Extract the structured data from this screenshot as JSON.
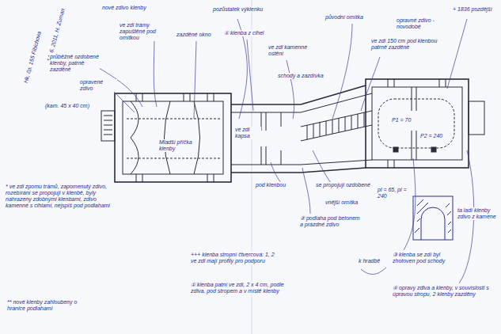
{
  "diagram": {
    "labels": [
      "14. 6. 2011, H. Zuman",
      "Hk, čp. 155 Fibichova",
      "průběžně ozdobené klenby, patrně zazděné",
      "opravené zdivo",
      "(kam. 45 x 40 cm)",
      "nové zdivo klenby",
      "ve zdi trámy zapuštěné pod omítkou",
      "zazděné okno",
      "① klenba z cihel",
      "pozůstatek výklenku",
      "ve zdi kamenné ostění",
      "schody a zazdívka",
      "původní omítka",
      "ve zdi 150 cm pod klenbou patrně zazděné",
      "opravné zdivo - novodobé",
      "+ 1836 pozdější",
      "P1 = 70",
      "P2 = 240",
      "Mladší příčka klenby",
      "ve zdi kapsa",
      "se propojují ozdobené",
      "vnější omítka",
      "pl = 65, pl = 240",
      "② podlaha pod betonem a prázdné zdivo",
      "③ klenba se zdí byl zhotoven pod schody",
      "④ opravy zdiva a klenby, v souvislosti s úpravou stropu, 2 klenby zazděny",
      "* ve zdi zpomu trámů, zapomenutý zdivo, rozebírání se propojují v klenbě, byly nahrazeny zdobnými klenbami, zdivo kamenné s cihlami, nejspíš pod podlahami",
      "** nové klenby zahloubeny o hranice podlahami",
      "+++ klenba stropní čtvercová: 1, 2 ve zdi mají profily pro podporu",
      "① klenba patní ve zdi, 2 x 4 cm, podle zdiva, pod stropem a v místě klenby",
      "ta ladí klenby zdivo z kamene",
      "k hradbě",
      "pod klenbou"
    ]
  }
}
